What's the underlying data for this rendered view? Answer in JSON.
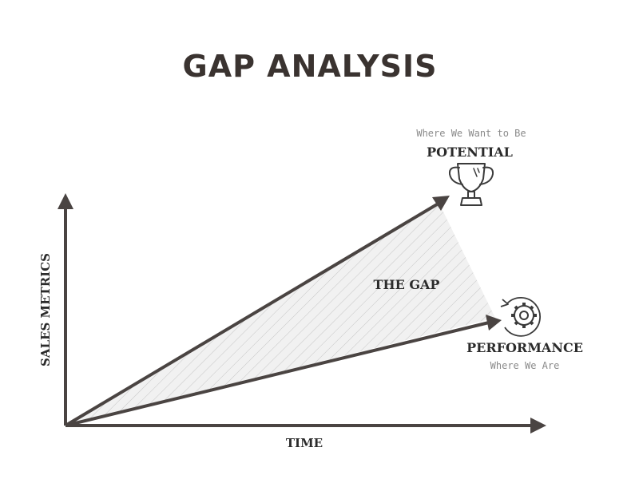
{
  "title": "GAP ANALYSIS",
  "axes": {
    "x_label": "TIME",
    "y_label": "SALES METRICS"
  },
  "potential": {
    "subtitle": "Where We Want to Be",
    "label": "POTENTIAL",
    "icon": "trophy-icon"
  },
  "performance": {
    "label": "PERFORMANCE",
    "subtitle": "Where We Are",
    "icon": "gear-icon"
  },
  "gap_label": "THE GAP",
  "colors": {
    "line": "#4a4442",
    "title": "#3a3330",
    "gap_fill": "#f0f0f0",
    "hatch": "#c8c8c8",
    "subtle_text": "#8a8a8a"
  }
}
